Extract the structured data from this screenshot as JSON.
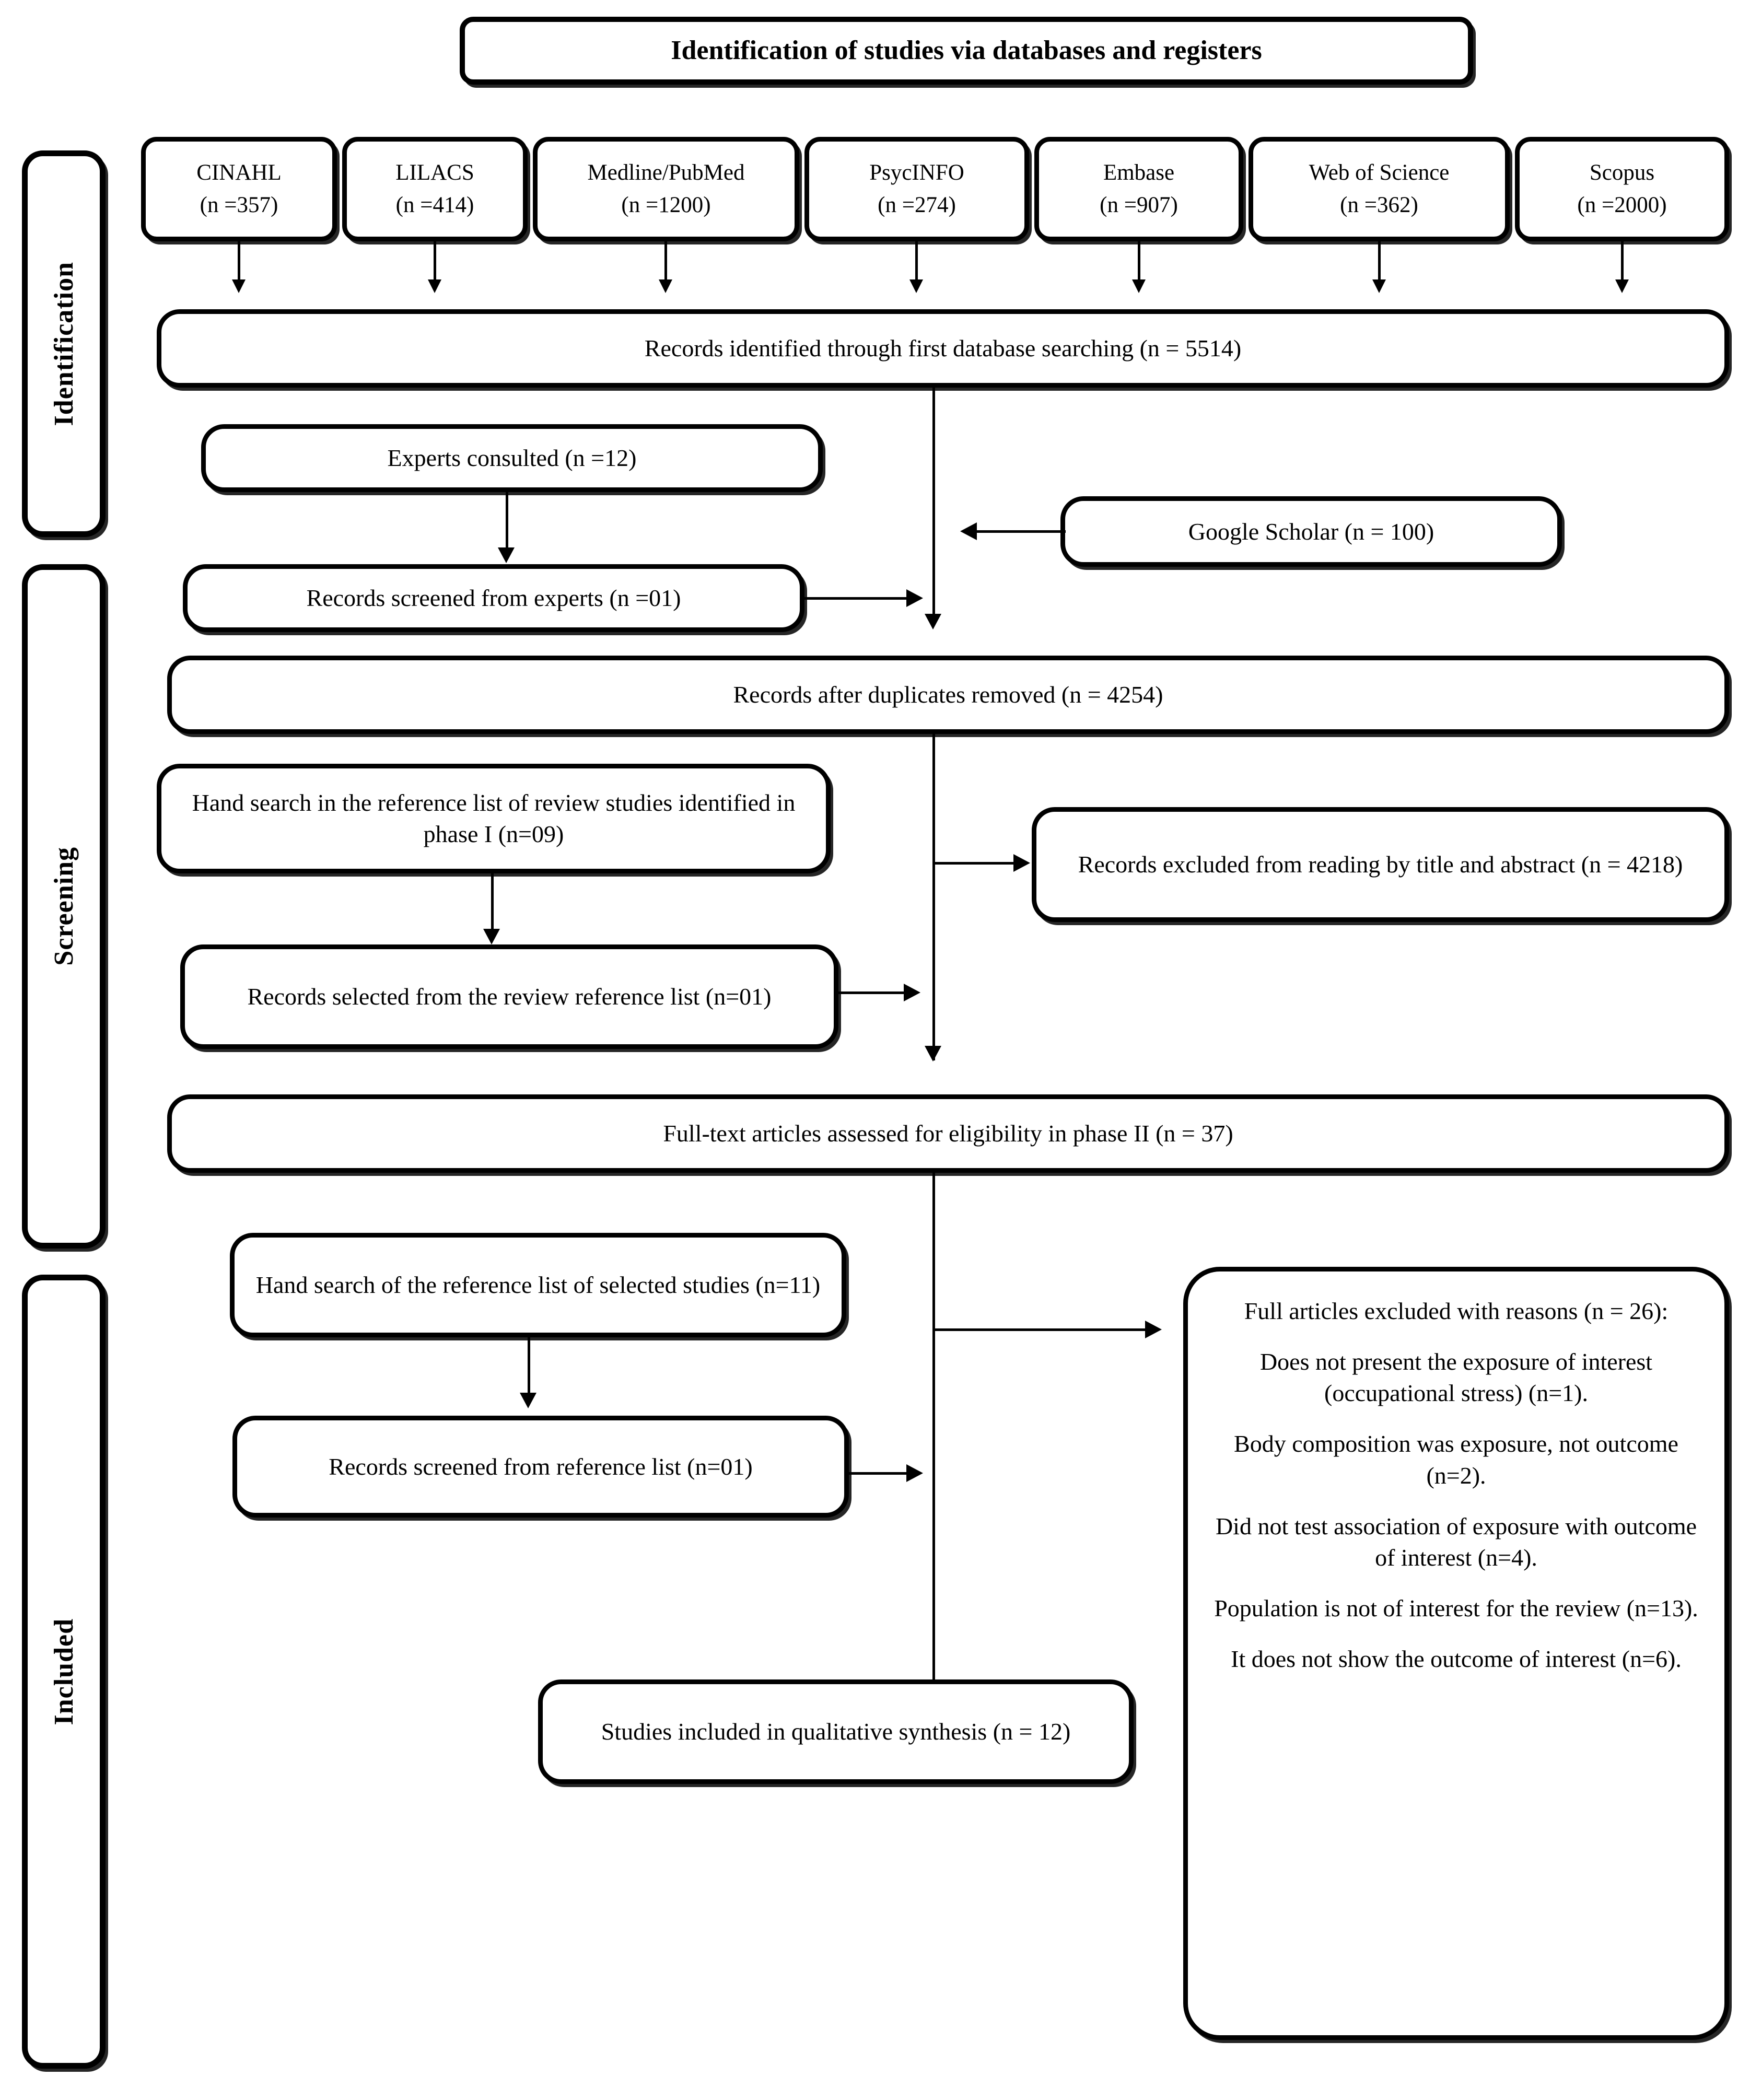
{
  "title": "Identification of studies via databases and registers",
  "stages": [
    {
      "label": "Identification"
    },
    {
      "label": "Screening"
    },
    {
      "label": "Included"
    }
  ],
  "databases": [
    {
      "name": "CINAHL",
      "count": "(n =357)"
    },
    {
      "name": "LILACS",
      "count": "(n =414)"
    },
    {
      "name": "Medline/PubMed",
      "count": "(n =1200)"
    },
    {
      "name": "PsycINFO",
      "count": "(n =274)"
    },
    {
      "name": "Embase",
      "count": "(n =907)"
    },
    {
      "name": "Web of Science",
      "count": "(n =362)"
    },
    {
      "name": "Scopus",
      "count": "(n =2000)"
    }
  ],
  "nodes": {
    "records_identified": "Records identified through first database searching (n = 5514)",
    "experts_consulted": "Experts consulted (n =12)",
    "records_screened_experts": "Records screened from experts (n =01)",
    "google_scholar": "Google Scholar (n = 100)",
    "records_after_duplicates": "Records after duplicates removed (n = 4254)",
    "hand_search_review": "Hand search in the reference list of review studies identified in phase I (n=09)",
    "records_selected_review": "Records selected from the review reference list (n=01)",
    "records_excluded_title_abstract": "Records excluded from reading by title and abstract (n = 4218)",
    "fulltext_assessed": "Full-text articles assessed for eligibility in phase II (n = 37)",
    "hand_search_selected": "Hand search of the reference list of selected studies (n=11)",
    "records_screened_reference": "Records screened from reference list (n=01)",
    "studies_included": "Studies included in qualitative synthesis (n = 12)"
  },
  "exclusions": {
    "heading": "Full articles excluded with reasons (n = 26):",
    "reasons": [
      "Does not present the exposure of interest (occupational stress) (n=1).",
      "Body composition was exposure, not outcome (n=2).",
      "Did not test association of exposure with outcome of interest (n=4).",
      "Population is not of interest for the review (n=13).",
      "It does not show the outcome of interest (n=6)."
    ]
  },
  "colors": {
    "stroke": "#000000",
    "fill": "#ffffff"
  }
}
